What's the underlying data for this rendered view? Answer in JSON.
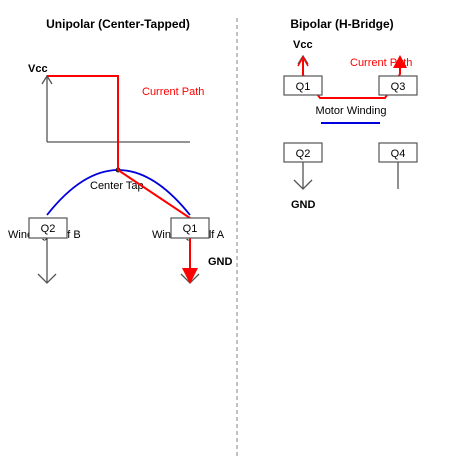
{
  "unipolar": {
    "title": "Unipolar (Center-Tapped)",
    "vcc": "Vcc",
    "current_path": "Current Path",
    "center_tap": "Center Tap",
    "winding_b": "Winding Half B",
    "winding_a": "Winding Half A",
    "q2": "Q2",
    "q1": "Q1",
    "gnd": "GND"
  },
  "bipolar": {
    "title": "Bipolar (H-Bridge)",
    "vcc": "Vcc",
    "current_path": "Current Path",
    "motor_winding": "Motor Winding",
    "q1": "Q1",
    "q3": "Q3",
    "q2": "Q2",
    "q4": "Q4",
    "gnd": "GND"
  },
  "colors": {
    "current": "#ff0000",
    "winding": "#0000dd",
    "wire": "#555555",
    "divider": "#999999"
  }
}
